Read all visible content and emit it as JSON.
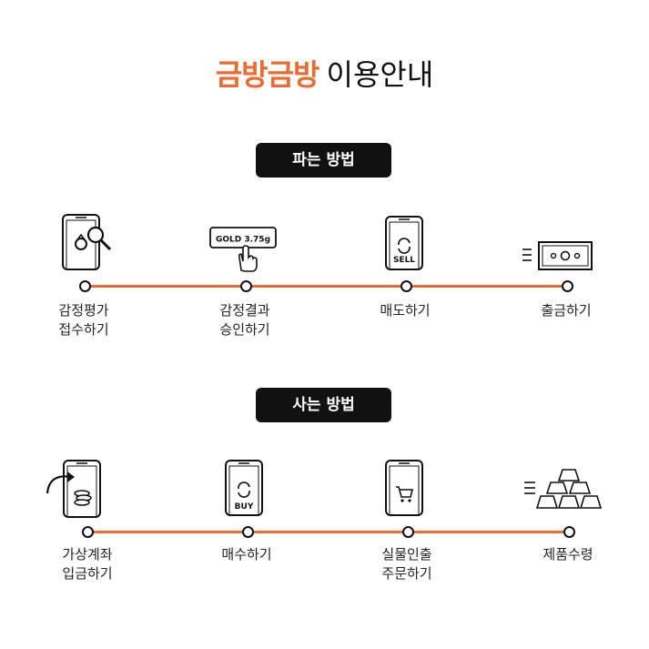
{
  "header": {
    "brand": "금방금방",
    "rest": "이용안내"
  },
  "sell": {
    "title": "파는 방법",
    "steps": [
      {
        "line1": "감정평가",
        "line2": "접수하기",
        "icon": "phone-ring-magnifier-icon"
      },
      {
        "line1": "감정결과",
        "line2": "승인하기",
        "icon": "gold-tag-hand-cursor-icon",
        "tag_text": "GOLD 3.75g"
      },
      {
        "line1": "매도하기",
        "line2": "",
        "icon": "phone-sell-icon",
        "screen_text": "SELL"
      },
      {
        "line1": "출금하기",
        "line2": "",
        "icon": "cash-icon"
      }
    ]
  },
  "buy": {
    "title": "사는 방법",
    "steps": [
      {
        "line1": "가상계좌",
        "line2": "입금하기",
        "icon": "phone-coin-arrow-icon"
      },
      {
        "line1": "매수하기",
        "line2": "",
        "icon": "phone-buy-icon",
        "screen_text": "BUY"
      },
      {
        "line1": "실물인출",
        "line2": "주문하기",
        "icon": "phone-cart-icon"
      },
      {
        "line1": "제품수령",
        "line2": "",
        "icon": "gold-bars-icon"
      }
    ]
  },
  "colors": {
    "accent": "#ee6a2f",
    "dark": "#111111"
  }
}
